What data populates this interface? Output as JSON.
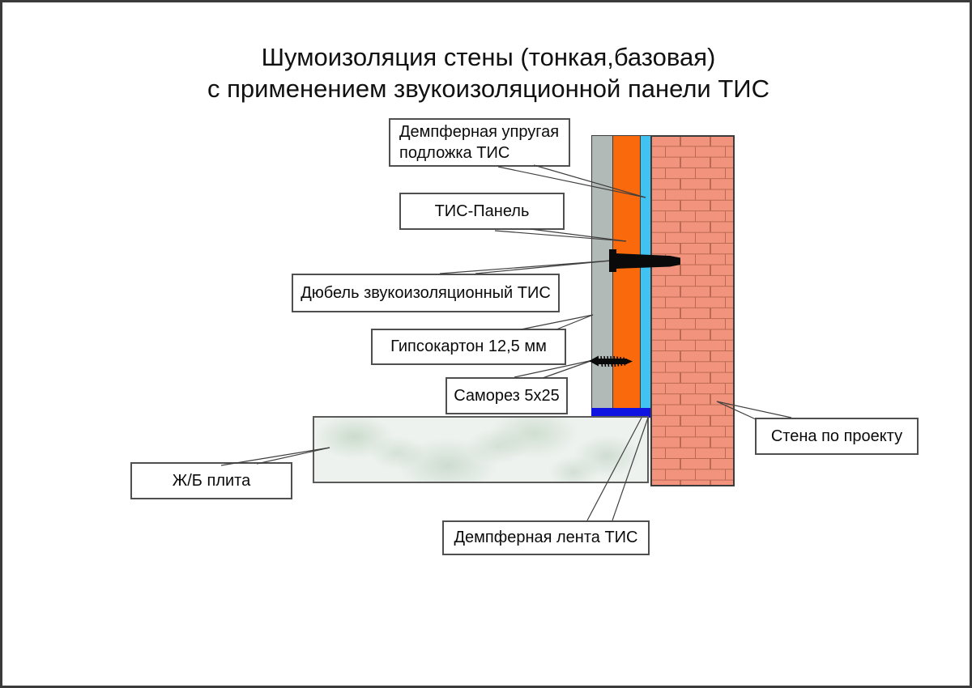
{
  "title": {
    "line1": "Шумоизоляция стены (тонкая,базовая)",
    "line2": "с применением звукоизоляционной панели ТИС"
  },
  "labels": {
    "damper_underlay": "Демпферная упругая подложка ТИС",
    "tis_panel": "ТИС-Панель",
    "dowel": "Дюбель звукоизоляционный ТИС",
    "drywall": "Гипсокартон 12,5 мм",
    "screw": "Саморез 5х25",
    "slab": "Ж/Б плита",
    "damper_tape": "Демпферная лента ТИС",
    "project_wall": "Стена по проекту"
  },
  "colors": {
    "gypsum_gray": "#b2bab7",
    "tis_panel_orange": "#fa6a0c",
    "underlay_blue": "#41c3f1",
    "tape_blue": "#0f14e0",
    "brick_fill": "#f2937d",
    "brick_mortar": "#ba6952",
    "slab_base": "#eef2ef",
    "outline": "#3c3c3c",
    "leader_line": "#3f3f3f",
    "fastener_black": "#0a0a0a"
  }
}
